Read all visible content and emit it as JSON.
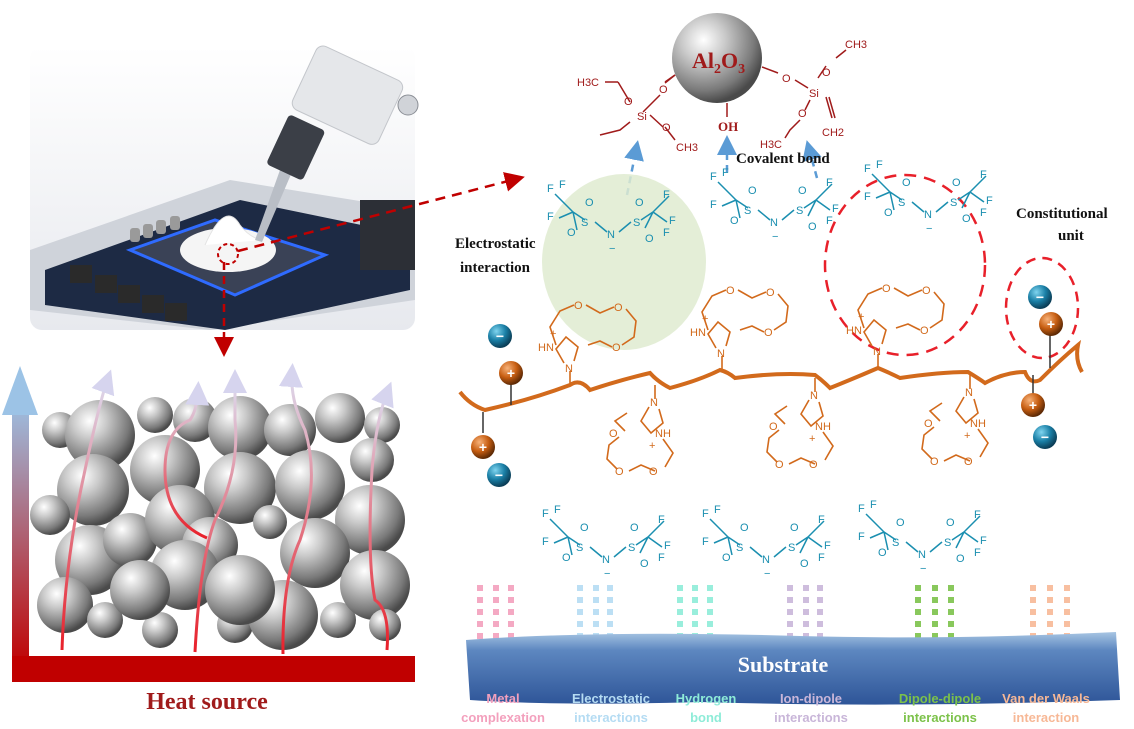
{
  "figure": {
    "left_panel": {
      "photo_caption": "Robotic dispenser applying thermal paste onto a chip",
      "particle_bed_label": "Heat source",
      "heat_flow_paths": 5
    },
    "alumina": {
      "core_label_main": "Al",
      "core_sub1": "2",
      "core_mid": "O",
      "core_sub2": "3",
      "surface_group": "OH",
      "left_silane": {
        "top": "H3C",
        "atom": "Si",
        "o1": "O",
        "o2": "O",
        "o3": "O",
        "end": "CH3"
      },
      "right_silane": {
        "top": "CH3",
        "atom": "Si",
        "o1": "O",
        "o2": "O",
        "o3": "O",
        "left": "H3C",
        "vinyl": "CH2"
      }
    },
    "labels": {
      "covalent_bond": "Covalent bond",
      "electrostatic_1": "Electrostatic",
      "electrostatic_2": "interaction",
      "constitutional_1": "Constitutional",
      "constitutional_2": "unit",
      "substrate": "Substrate"
    },
    "tfsi_atoms": {
      "F": "F",
      "S": "S",
      "O": "O",
      "N": "N",
      "minus": "−"
    },
    "imidazolium_atoms": {
      "N": "N",
      "NH": "NH",
      "HN": "HN",
      "O": "O",
      "plus": "+"
    },
    "ions": {
      "cation": "+",
      "anion": "−"
    },
    "interactions": [
      {
        "line1": "Metal",
        "line2": "complexation",
        "color": "#f3a0bd"
      },
      {
        "line1": "Electrostatic",
        "line2": "interactions",
        "color": "#b5dcf3"
      },
      {
        "line1": "Hydrogen",
        "line2": "bond",
        "color": "#8eecd8"
      },
      {
        "line1": "Ion-dipole",
        "line2": "interactions",
        "color": "#c9b6d9"
      },
      {
        "line1": "Dipole-dipole",
        "line2": "interactions",
        "color": "#7cc24a"
      },
      {
        "line1": "Van der Waals",
        "line2": "interaction",
        "color": "#f7b896"
      }
    ],
    "colors": {
      "alumina_red": "#a01b1b",
      "tfsi_blue": "#1b8fb0",
      "polymer_orange": "#d26a1c",
      "highlight_red": "#e8202a",
      "substrate_blue": "#3a63a8",
      "heat_red": "#c00000",
      "arrow_blue": "#5b9bd5"
    }
  }
}
